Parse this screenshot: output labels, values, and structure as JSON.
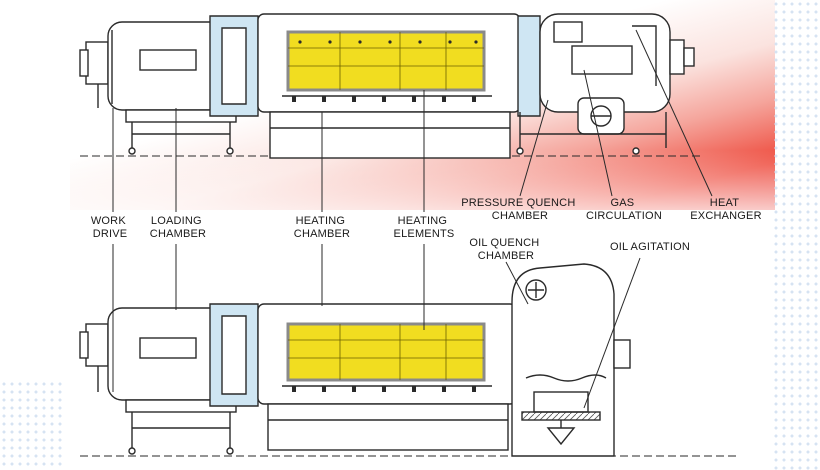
{
  "labels": {
    "work_drive": [
      "WORK",
      "DRIVE"
    ],
    "loading_chamber": [
      "LOADING",
      "CHAMBER"
    ],
    "heating_chamber": [
      "HEATING",
      "CHAMBER"
    ],
    "heating_elements": [
      "HEATING",
      "ELEMENTS"
    ],
    "pressure_quench_chamber": [
      "PRESSURE QUENCH",
      "CHAMBER"
    ],
    "gas_circulation": [
      "GAS",
      "CIRCULATION"
    ],
    "heat_exchanger": [
      "HEAT",
      "EXCHANGER"
    ],
    "oil_quench_chamber": [
      "OIL QUENCH",
      "CHAMBER"
    ],
    "oil_agitation": [
      "OIL AGITATION"
    ]
  },
  "colors": {
    "line": "#2a2a2a",
    "vessel": "#ffffff",
    "window": "#cfe6f3",
    "heating_zone": "#f1dd20",
    "heating_frame": "#8a8a8a",
    "background_accent": "#e8322a"
  }
}
